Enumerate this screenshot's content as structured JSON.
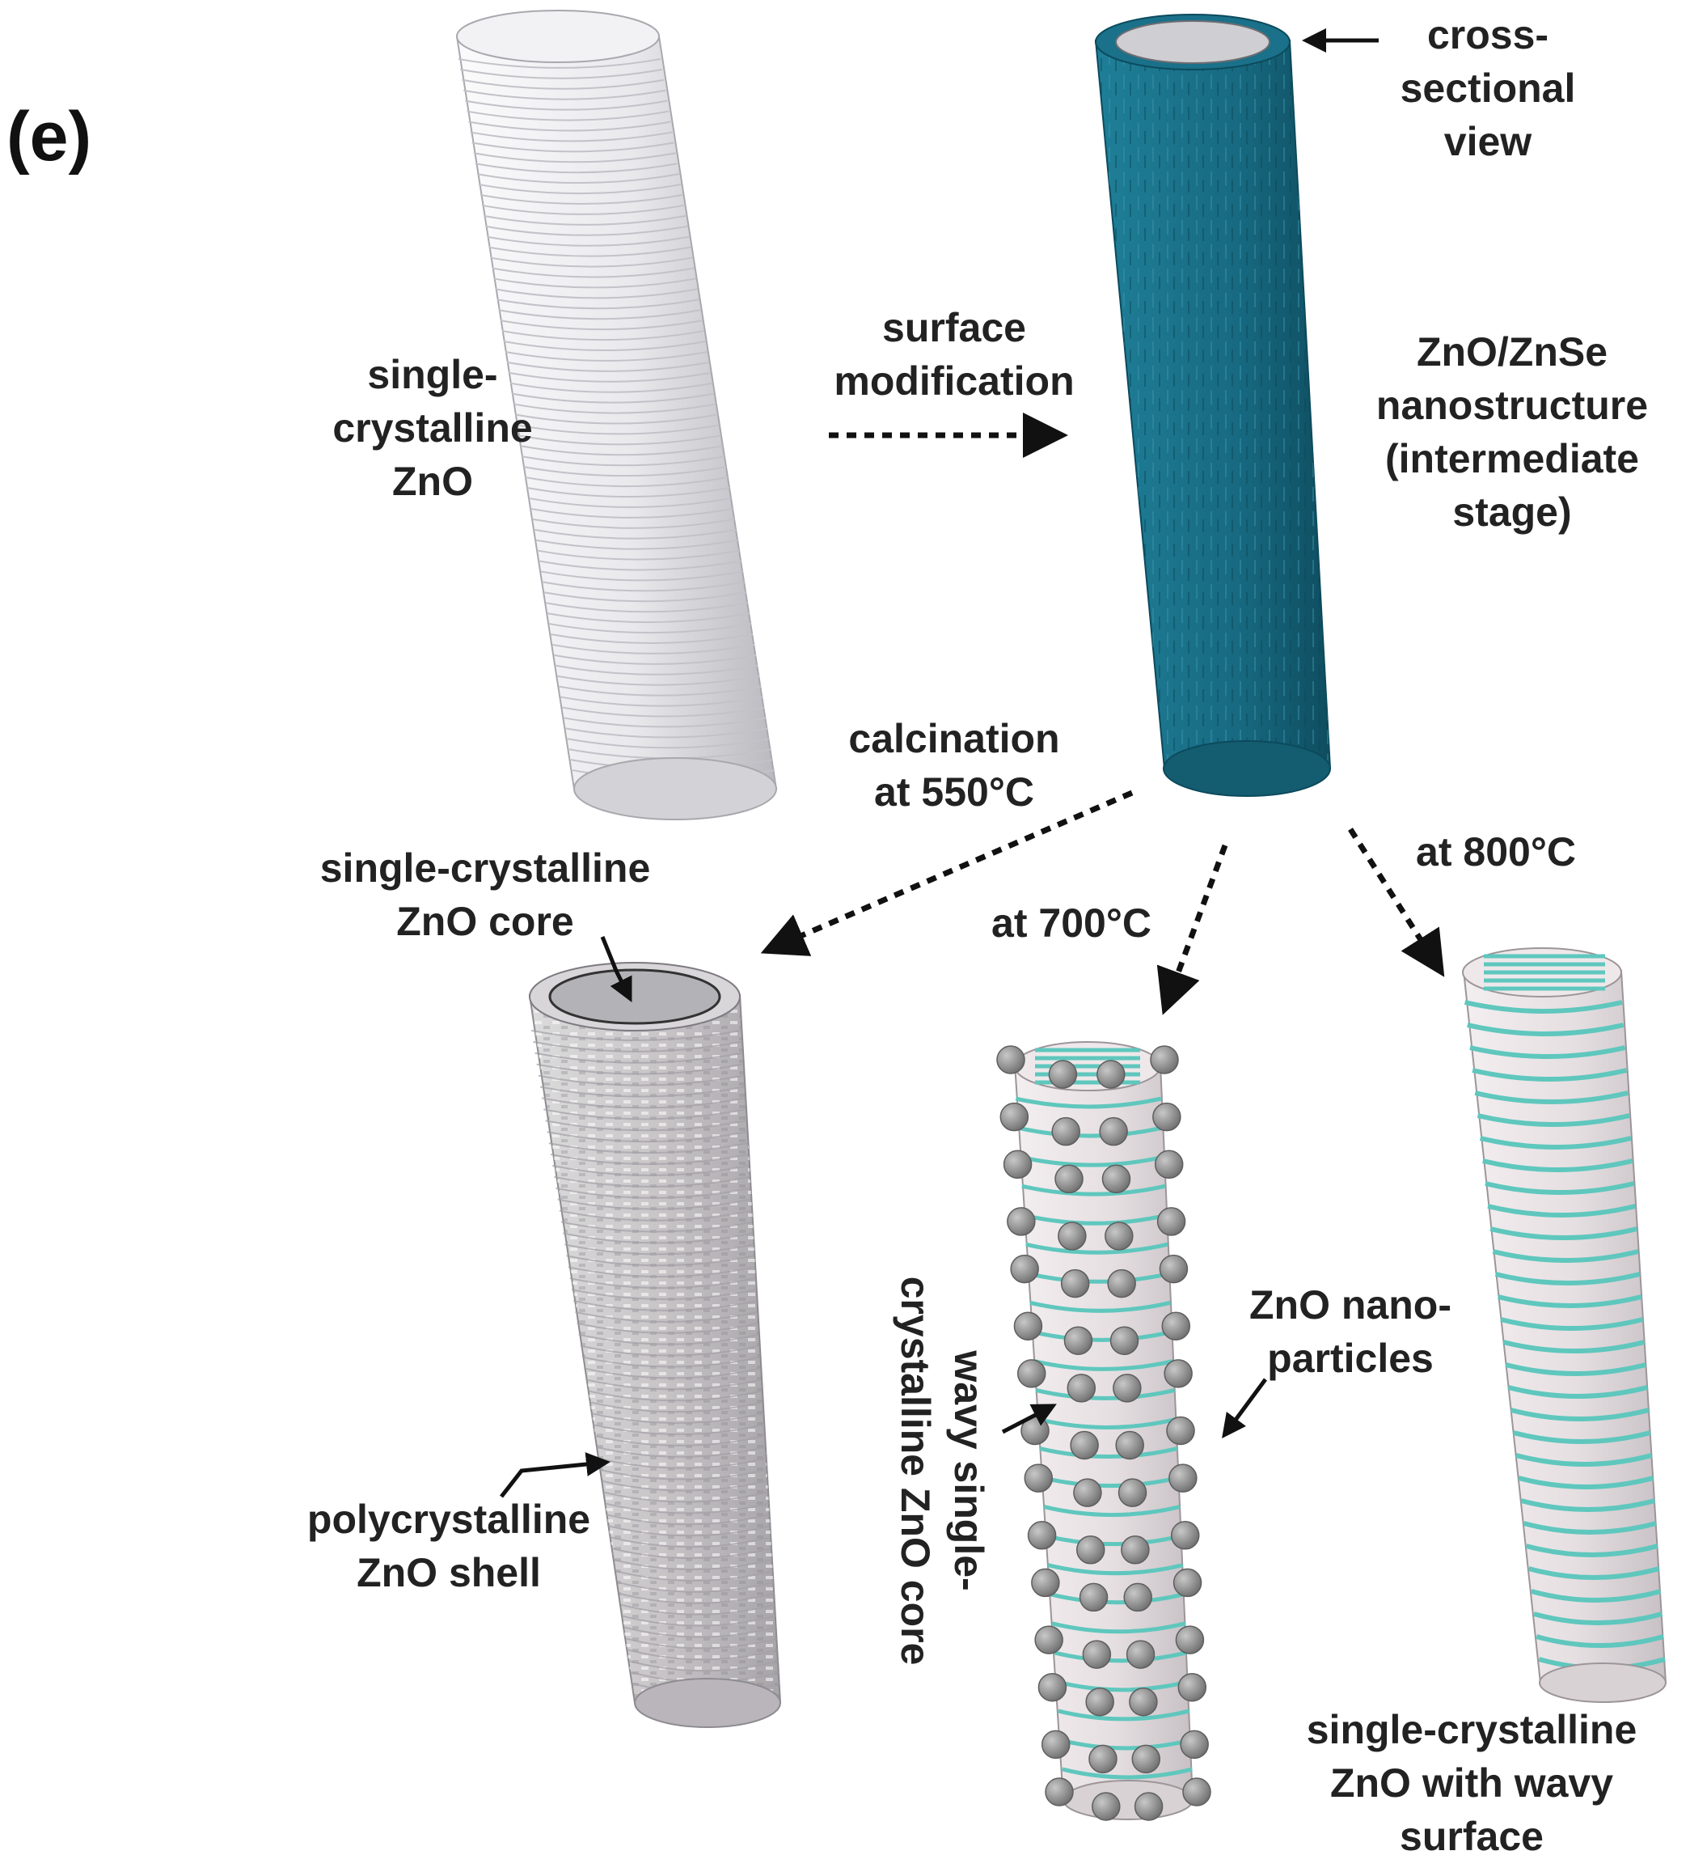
{
  "panel_label": "(e)",
  "labels": {
    "single_crystalline_zno": "single-\ncrystalline\nZnO",
    "surface_modification": "surface\nmodification",
    "cross_sectional_view": "cross-\nsectional\nview",
    "zno_znse_nanostructure": "ZnO/ZnSe\nnanostructure\n(intermediate\nstage)",
    "calcination": "calcination\nat 550°C",
    "at_700": "at 700°C",
    "at_800": "at 800°C",
    "single_crystalline_core": "single-crystalline\nZnO core",
    "polycrystalline_shell": "polycrystalline\nZnO shell",
    "wavy_core": "wavy single-\ncrystalline ZnO core",
    "zno_nanoparticles": "ZnO nano-\nparticles",
    "wavy_surface": "single-crystalline\nZnO with wavy\nsurface"
  },
  "colors": {
    "white_rod": "#e8e8ea",
    "teal_rod": "#1a6f86",
    "cyan_stripe": "#5fc7bd",
    "particle": "#8d8d8d"
  }
}
